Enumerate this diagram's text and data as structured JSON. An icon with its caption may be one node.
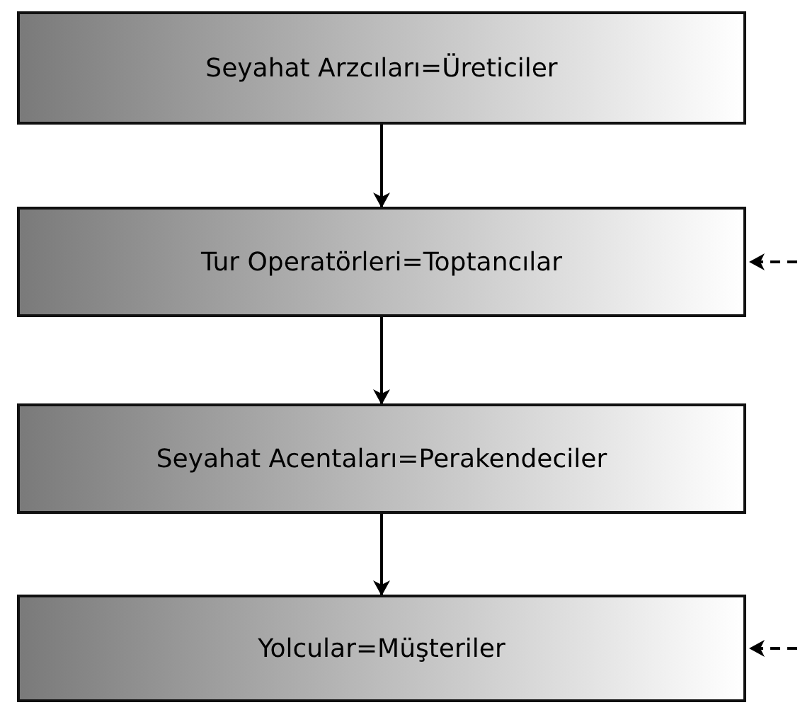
{
  "diagram": {
    "nodes": [
      {
        "text": [
          "Seyahat Arzcıları=Üreticiler"
        ]
      },
      {
        "text": [
          "Tur Operatörleri=Toptancılar"
        ]
      },
      {
        "text": [
          "Seyahat Acentaları=Perakendeciler"
        ]
      },
      {
        "text": [
          "Yolcular=Müşteriler"
        ]
      }
    ],
    "edges": [
      {
        "from": 0,
        "to": 1,
        "arrow": "to"
      },
      {
        "from": 1,
        "to": 2,
        "arrow": "to"
      },
      {
        "from": 2,
        "to": 3,
        "arrow": "to"
      },
      {
        "from": null,
        "to": 1,
        "arrow": "to",
        "style": "dashed"
      },
      {
        "from": null,
        "to": 3,
        "arrow": "to",
        "style": "dashed"
      }
    ]
  }
}
